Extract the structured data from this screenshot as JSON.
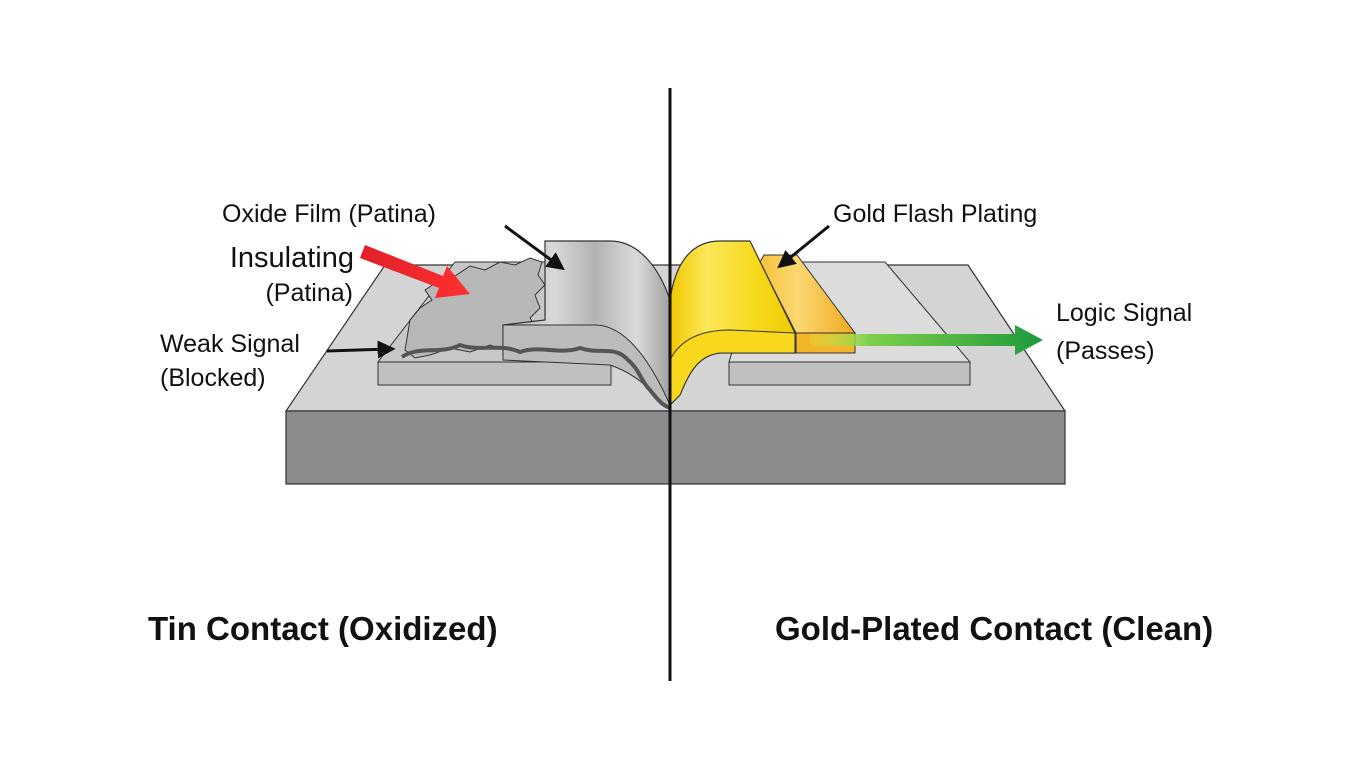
{
  "title": "Tin Contact vs Gold-Plated Contact",
  "left_panel": {
    "caption": "Tin Contact (Oxidized)",
    "labels": {
      "oxide_film": "Oxide Film (Patina)",
      "insulating_line1": "Insulating",
      "insulating_line2": "(Patina)",
      "weak_signal_line1": "Weak Signal",
      "weak_signal_line2": "(Blocked)"
    },
    "arrow_colors": {
      "insulating": "#e0202a",
      "pointer": "#111111"
    }
  },
  "right_panel": {
    "caption": "Gold-Plated Contact (Clean)",
    "labels": {
      "gold_flash": "Gold Flash Plating",
      "logic_signal_line1": "Logic Signal",
      "logic_signal_line2": "(Passes)"
    },
    "arrow_colors": {
      "signal": "#1e9a3c",
      "pointer": "#111111"
    }
  },
  "colors": {
    "substrate_side": "#8c8c8c",
    "substrate_top": "#d4d4d4",
    "tin": "#bdbdbd",
    "gold": "#f5d516",
    "gold_flash": "#f3b52a",
    "divider": "#111111"
  }
}
